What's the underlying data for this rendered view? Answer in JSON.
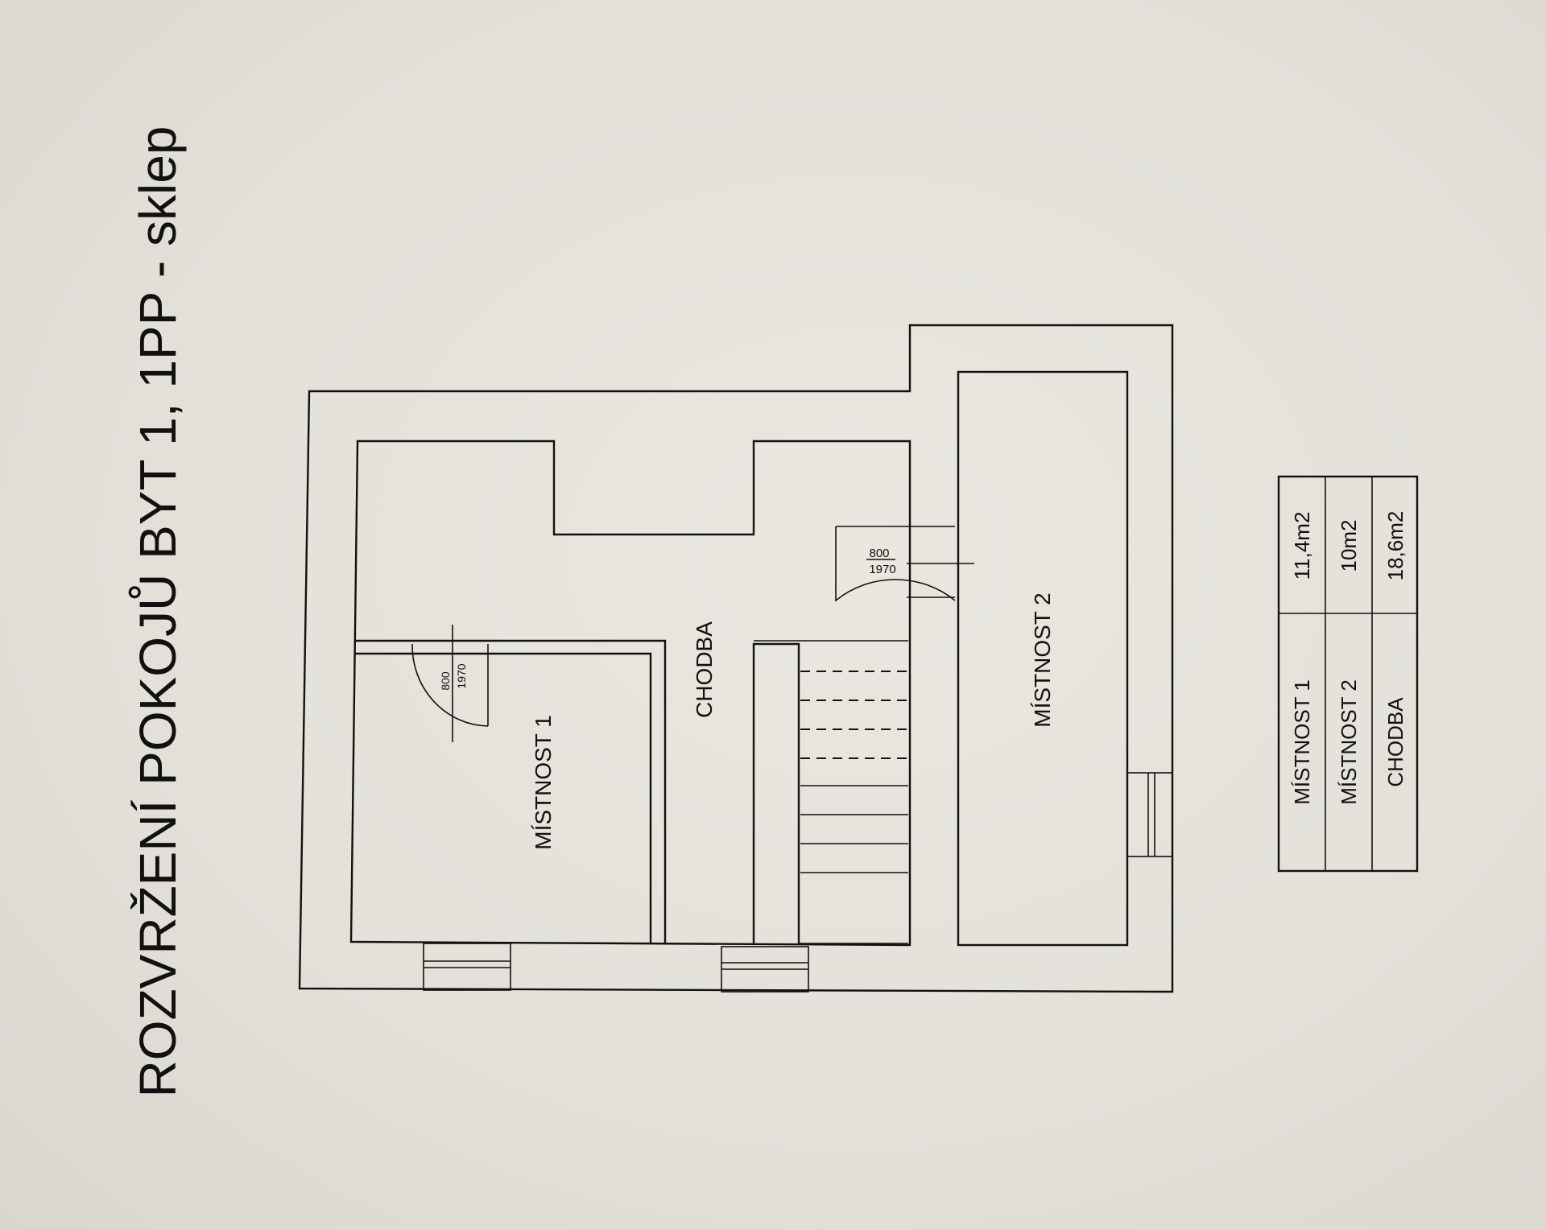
{
  "title": "ROZVRŽENÍ POKOJŮ BYT 1, 1PP - sklep",
  "rooms": {
    "mistnost1": "MÍSTNOST 1",
    "mistnost2": "MÍSTNOST 2",
    "chodba": "CHODBA"
  },
  "doors": [
    {
      "width": "800",
      "height": "1970"
    },
    {
      "width": "800",
      "height": "1970"
    }
  ],
  "area_table": [
    {
      "room": "MÍSTNOST 1",
      "area": "11,4m2"
    },
    {
      "room": "MÍSTNOST 2",
      "area": "10m2"
    },
    {
      "room": "CHODBA",
      "area": "18,6m2"
    }
  ],
  "colors": {
    "paper": "#e2dfd9",
    "ink": "#111111"
  }
}
